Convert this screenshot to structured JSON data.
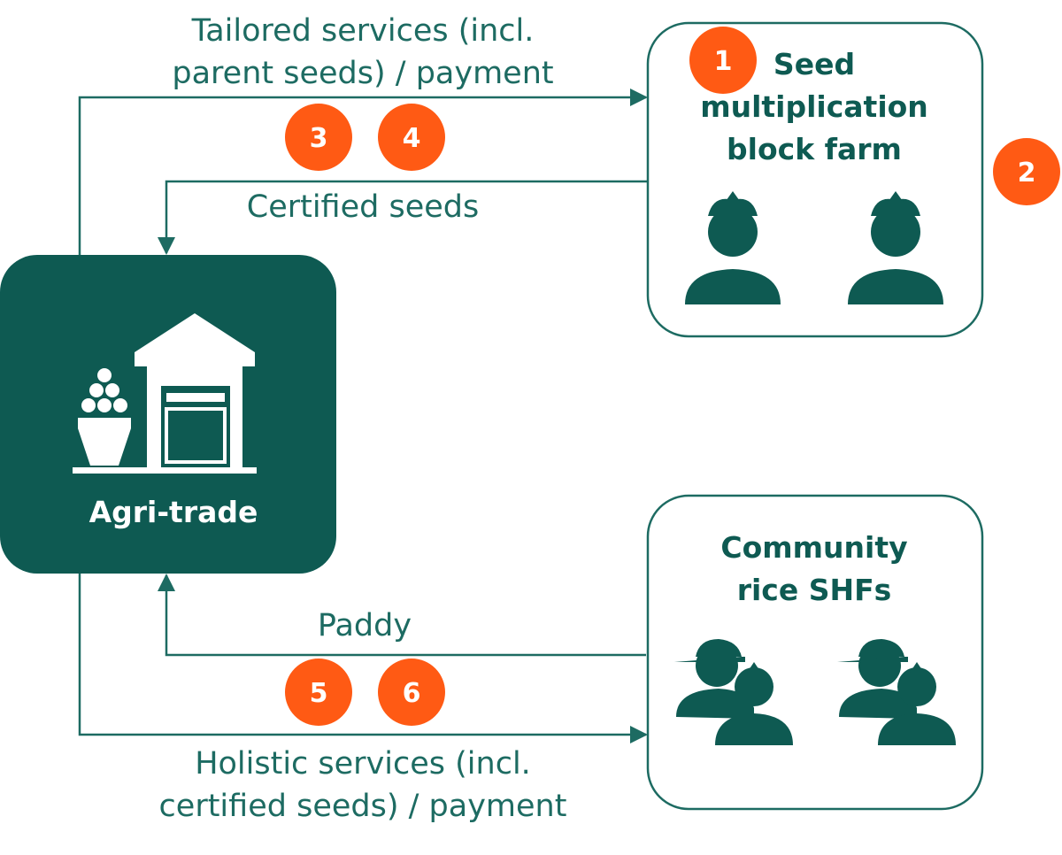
{
  "colors": {
    "teal_dark": "#0e5a52",
    "teal_line": "#1d6b62",
    "orange_badge": "#ff5a14",
    "white": "#ffffff"
  },
  "nodes": {
    "agri_trade": {
      "label": "Agri-trade",
      "icons": [
        "seed-pile-icon",
        "warehouse-icon"
      ]
    },
    "seed_farm": {
      "title_lines": [
        "Seed",
        "multiplication",
        "block farm"
      ],
      "icons": [
        "farmer-icon",
        "farmer-icon"
      ]
    },
    "community": {
      "title_lines": [
        "Community",
        "rice SHFs"
      ],
      "icons": [
        "farmer-group-icon",
        "farmer-group-icon"
      ]
    }
  },
  "flows": {
    "tailored": {
      "label_lines": [
        "Tailored services (incl.",
        "parent seeds) / payment"
      ]
    },
    "certified": {
      "label": "Certified seeds"
    },
    "paddy": {
      "label": "Paddy"
    },
    "holistic": {
      "label_lines": [
        "Holistic services (incl.",
        "certified seeds) / payment"
      ]
    }
  },
  "badges": [
    "1",
    "2",
    "3",
    "4",
    "5",
    "6"
  ]
}
